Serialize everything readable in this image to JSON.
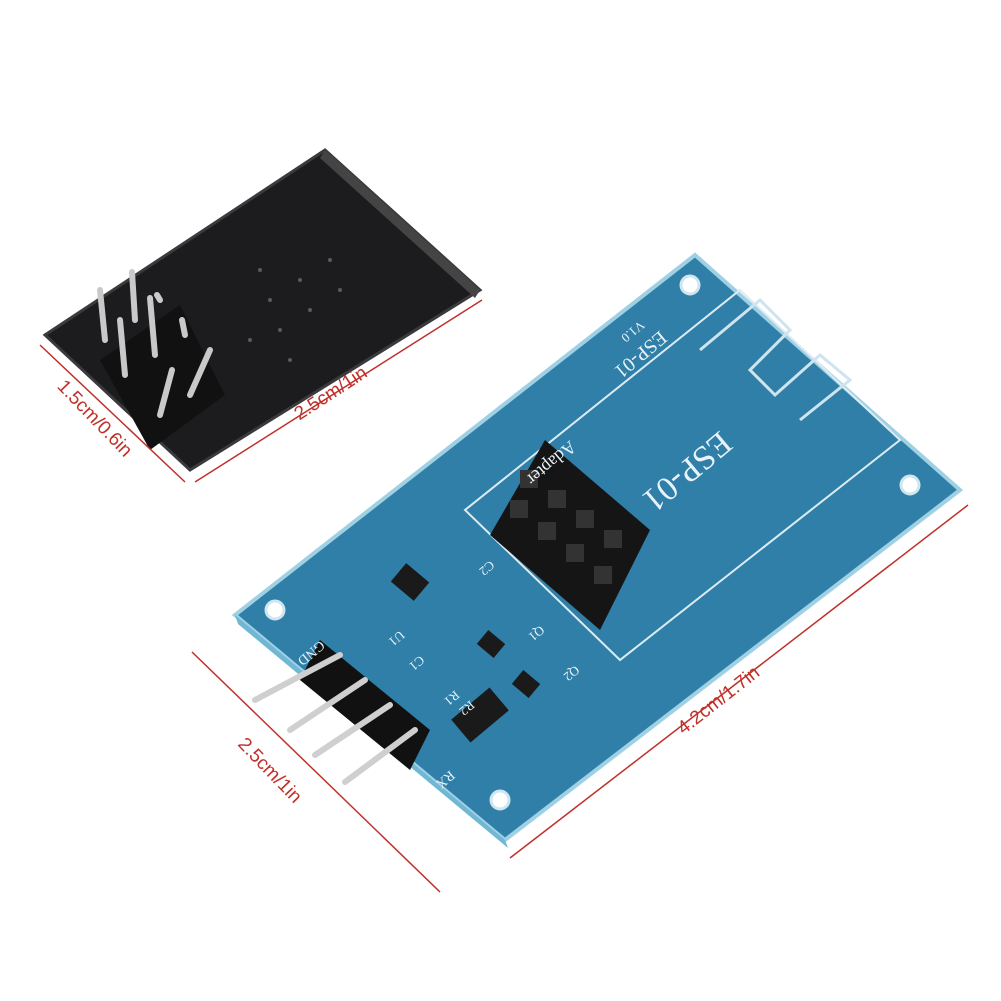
{
  "dimensions": {
    "module_width": "1.5cm/0.6in",
    "module_length": "2.5cm/1in",
    "adapter_width": "2.5cm/1in",
    "adapter_length": "4.2cm/1.7in"
  },
  "silkscreen": {
    "label_big": "ESP-01",
    "label_small": "ESP-01",
    "adapter": "Adapter",
    "version": "V1.0",
    "gnd": "GND",
    "rx": "RX",
    "u1": "U1",
    "c1": "C1",
    "c2": "C2",
    "q1": "Q1",
    "q2": "Q2",
    "r1": "R1",
    "r2": "R2"
  },
  "colors": {
    "pcb_blue": "#2f7fa8",
    "module_black": "#1c1c1e",
    "dimension_red": "#c0302a"
  }
}
